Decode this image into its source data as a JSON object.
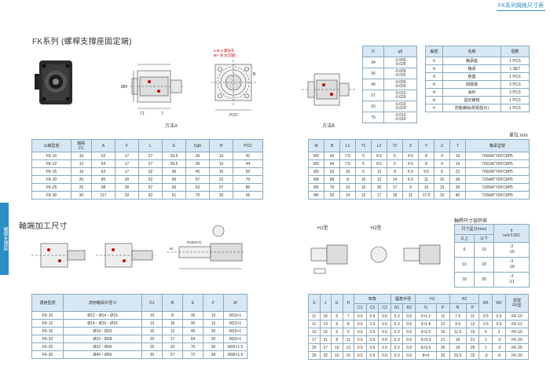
{
  "header": {
    "section_tab": "FK系列規格尺寸表"
  },
  "side_tab": {
    "label": "螺桿支撐座"
  },
  "titles": {
    "main": "FK系列 (螺桿支撐座固定端)",
    "method_a": "方法A",
    "method_b": "方法B",
    "unit": "單位:mm",
    "shaft_end": "軸端加工尺寸",
    "h1": "H1型",
    "h2": "H2型",
    "tolerance": "軸桿尺寸容許差"
  },
  "drawing_labels": {
    "holes": "4-Ø X 貫穿孔\nØY 深 Z(沉頭)",
    "phi_d": "ØD",
    "phi_dg6": "Ød g6",
    "pcd": "PCD",
    "r_max": "R2(MAX)",
    "m_label": "M"
  },
  "fit_table": {
    "headers": [
      "D",
      "g6"
    ],
    "rows": [
      [
        "34",
        "-0.009",
        "-0.025"
      ],
      [
        "36",
        "-0.009",
        "-0.025"
      ],
      [
        "40",
        "-0.009",
        "-0.025"
      ],
      [
        "57",
        "-0.010",
        "-0.029"
      ],
      [
        "63",
        "-0.010",
        "-0.029"
      ],
      [
        "75",
        "-0.010",
        "-0.029"
      ]
    ]
  },
  "parts_table": {
    "headers": [
      "編號",
      "名稱",
      "個數"
    ],
    "rows": [
      [
        "①",
        "軸承座",
        "1 PCS"
      ],
      [
        "②",
        "軸承",
        "1 SET"
      ],
      [
        "③",
        "壓蓋",
        "1 PCS"
      ],
      [
        "④",
        "間隔環",
        "2 PCS"
      ],
      [
        "⑤",
        "油封",
        "2 PCS"
      ],
      [
        "⑥",
        "固定螺帽",
        "1 PCS"
      ],
      [
        "⑦",
        "防鬆螺絲(附銅墊片)",
        "1 PCS"
      ]
    ]
  },
  "dim_table_left": {
    "headers": [
      "公稱型號",
      "軸桿\nD1",
      "A",
      "F",
      "L",
      "E",
      "Dg6",
      "H",
      "PCD"
    ],
    "rows": [
      [
        "FK-10",
        "10",
        "52",
        "17",
        "27",
        "29.5",
        "36",
        "10",
        "42"
      ],
      [
        "FK-12",
        "12",
        "54",
        "17",
        "27",
        "29.5",
        "36",
        "10",
        "44"
      ],
      [
        "FK-15",
        "15",
        "63",
        "17",
        "32",
        "36",
        "40",
        "15",
        "50"
      ],
      [
        "FK-20",
        "20",
        "85",
        "30",
        "52",
        "50",
        "57",
        "22",
        "70"
      ],
      [
        "FK-25",
        "25",
        "98",
        "30",
        "57",
        "60",
        "63",
        "27",
        "80"
      ],
      [
        "FK-30",
        "30",
        "117",
        "32",
        "62",
        "61",
        "75",
        "30",
        "95"
      ]
    ]
  },
  "dim_table_right": {
    "headers": [
      "M",
      "B",
      "L1",
      "T1",
      "L2",
      "T2",
      "X",
      "Y",
      "Z",
      "T",
      "軸承型號"
    ],
    "rows": [
      [
        "M3",
        "42",
        "7.5",
        "5",
        "8.5",
        "6",
        "4.5",
        "8",
        "4",
        "16",
        "7000ATYDFC8P5"
      ],
      [
        "M3",
        "44",
        "7.5",
        "5",
        "8.5",
        "6",
        "4.5",
        "8",
        "4",
        "19",
        "7001ATYDFC8P5"
      ],
      [
        "M3",
        "52",
        "10",
        "6",
        "12",
        "8",
        "5.5",
        "9.5",
        "6",
        "22",
        "7002ATYDFC8P5"
      ],
      [
        "M4",
        "68",
        "8",
        "10",
        "12",
        "14",
        "6.6",
        "11",
        "10",
        "30",
        "7204ATYDFC8P5"
      ],
      [
        "M5",
        "79",
        "13",
        "10",
        "20",
        "17",
        "9",
        "15",
        "13",
        "35",
        "7205ATYDFC8P5"
      ],
      [
        "M6",
        "93",
        "14",
        "12",
        "17",
        "18",
        "11",
        "17.5",
        "15",
        "40",
        "7206ATYDFC8P5"
      ]
    ]
  },
  "tol_table": {
    "header_size": "尺寸區分(mm)",
    "header_h": "h\nunit 0.001",
    "sub_over": "以上",
    "sub_under": "以下",
    "rows": [
      [
        "6",
        "10",
        "-2",
        "-15"
      ],
      [
        "10",
        "18",
        "-3",
        "-18"
      ],
      [
        "18",
        "30",
        "-3",
        "-21"
      ]
    ]
  },
  "shaft_table_left": {
    "headers": [
      "選用型號",
      "適用軸桿外徑 D",
      "D1",
      "B",
      "E",
      "F",
      "M"
    ],
    "rows": [
      [
        "FK-10",
        "Ø12・Ø14・Ø15",
        "10",
        "8",
        "36",
        "15",
        "M10×1"
      ],
      [
        "FK-12",
        "Ø14・Ø15・Ø16",
        "12",
        "10",
        "36",
        "15",
        "M12×1"
      ],
      [
        "FK-15",
        "Ø18・Ø20",
        "15",
        "12",
        "49",
        "20",
        "M15×1"
      ],
      [
        "FK-20",
        "Ø25・Ø28",
        "20",
        "17",
        "64",
        "25",
        "M20×1"
      ],
      [
        "FK-25",
        "Ø32・Ø36",
        "25",
        "20",
        "76",
        "30",
        "M25×1.5"
      ],
      [
        "FK-30",
        "Ø40・Ø50",
        "30",
        "27",
        "72",
        "38",
        "M30×1.5"
      ]
    ]
  },
  "shaft_table_right": {
    "headers": [
      "S",
      "J",
      "G",
      "H",
      "倒角",
      "圓角半徑",
      "H1",
      "H2",
      "W1",
      "W2",
      "型號\nFK型"
    ],
    "sub_headers": [
      "C1",
      "C2",
      "C3",
      "R1",
      "R2",
      "N",
      "P",
      "R",
      "P"
    ],
    "rows": [
      [
        "11",
        "10",
        "5",
        "7",
        "0.5",
        "0.5",
        "0.5",
        "0.3",
        "0.6",
        "2×1.2",
        "11",
        "7.5",
        "11",
        "0.5",
        "0.5",
        "FK-10"
      ],
      [
        "11",
        "13",
        "6",
        "8",
        "0.5",
        "0.5",
        "0.5",
        "0.3",
        "0.6",
        "3×1.8",
        "12",
        "9.5",
        "12",
        "0.5",
        "0.5",
        "FK-12"
      ],
      [
        "13",
        "15",
        "6",
        "9",
        "0.5",
        "0.5",
        "0.5",
        "0.3",
        "0.6",
        "4×2.5",
        "16",
        "11.6",
        "16",
        "4",
        "2",
        "FK-15"
      ],
      [
        "17",
        "21",
        "8",
        "11",
        "0.5",
        "0.5",
        "0.5",
        "0.3",
        "0.6",
        "5×3.0",
        "21",
        "16",
        "21",
        "1",
        "-3",
        "FK-20"
      ],
      [
        "20",
        "27",
        "10",
        "13",
        "0.5",
        "0.5",
        "0.5",
        "0.3",
        "0.6",
        "6×3.5",
        "26",
        "19",
        "25",
        "1",
        "-3",
        "FK-25"
      ],
      [
        "25",
        "32",
        "10",
        "15",
        "0.5",
        "0.5",
        "0.5",
        "0.3",
        "0.6",
        "8×4",
        "32",
        "23.5",
        "32",
        "-3",
        "-6",
        "FK-30"
      ]
    ]
  }
}
